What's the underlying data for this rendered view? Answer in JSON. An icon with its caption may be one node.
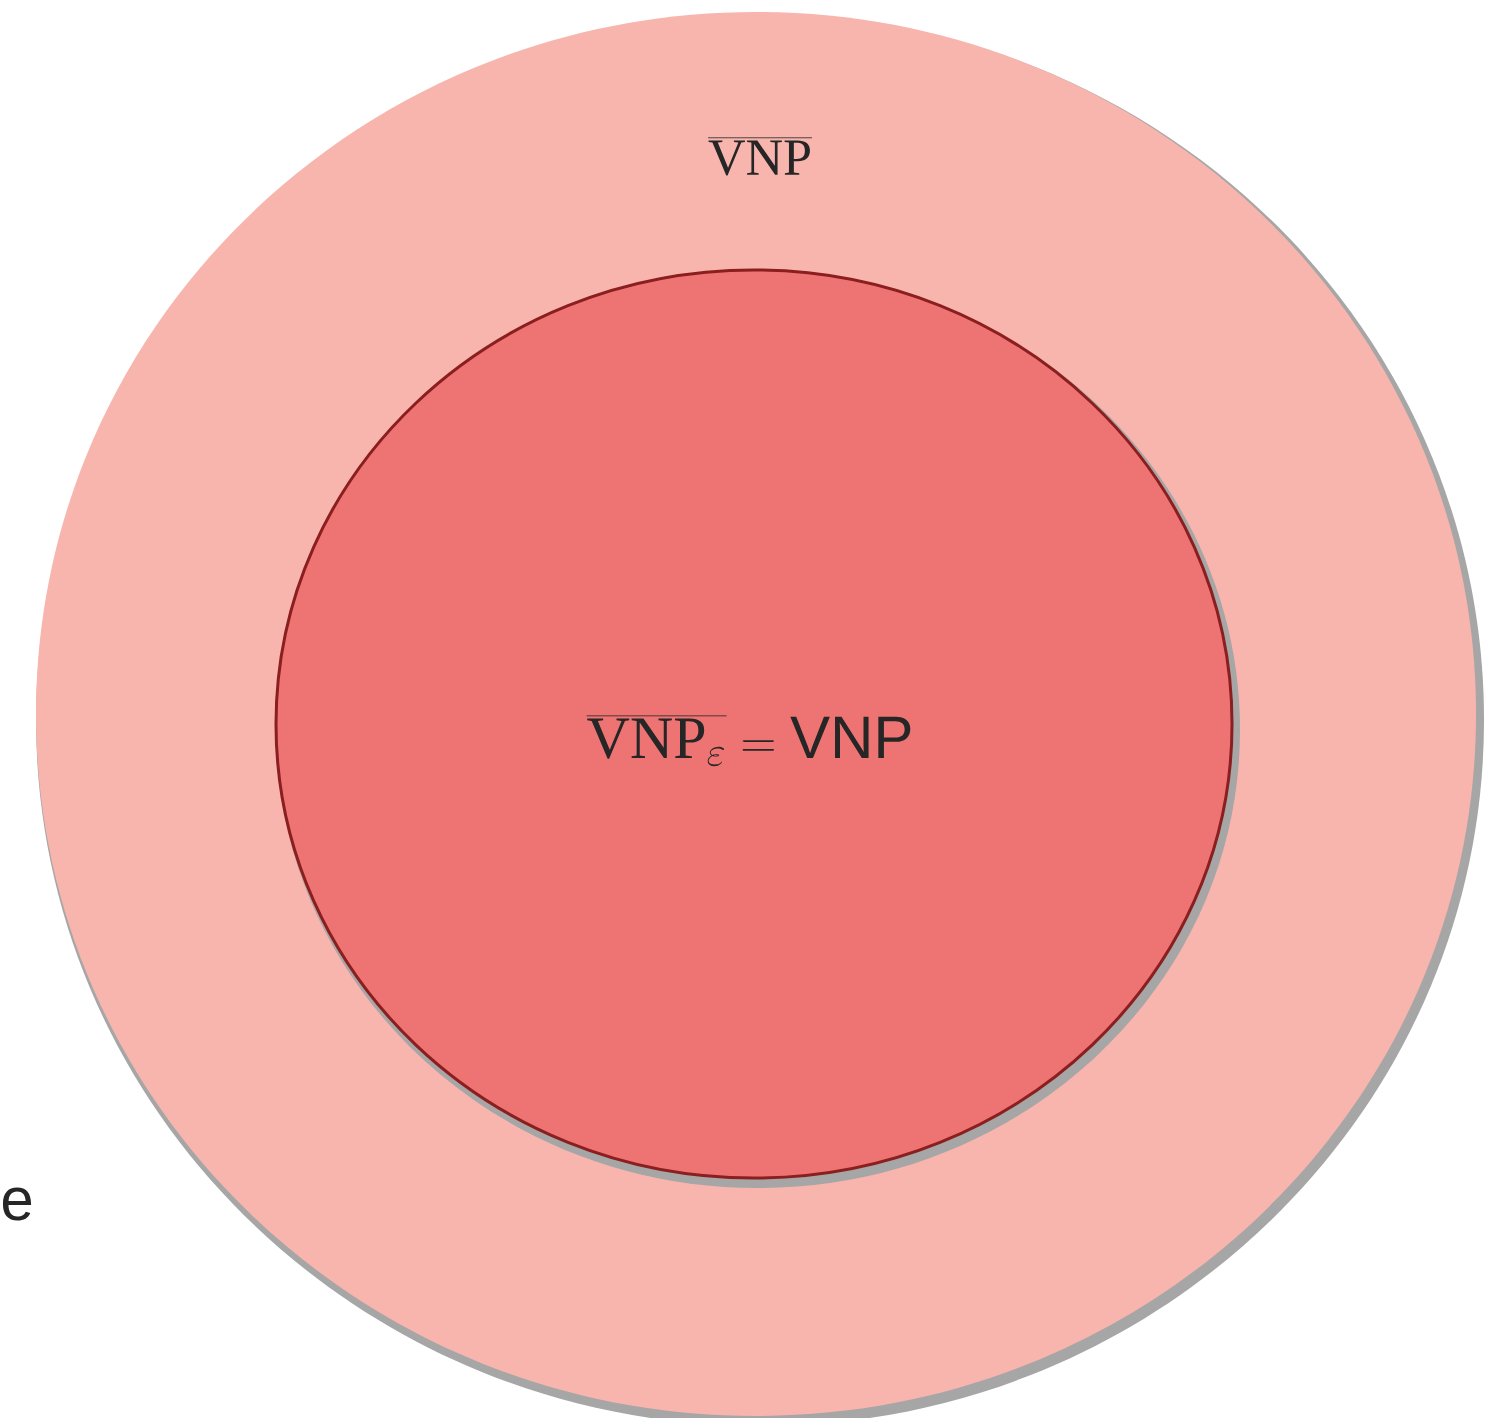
{
  "diagram": {
    "nodes": [
      {
        "text": [
          "\\overline{\\mathrm{VNP}}"
        ]
      },
      {
        "text": [
          "\\overline{\\mathrm{VNP}_{\\varepsilon}} = \\mathsf{VNP}"
        ],
        "in": 0
      }
    ],
    "labels": [
      "e"
    ]
  }
}
